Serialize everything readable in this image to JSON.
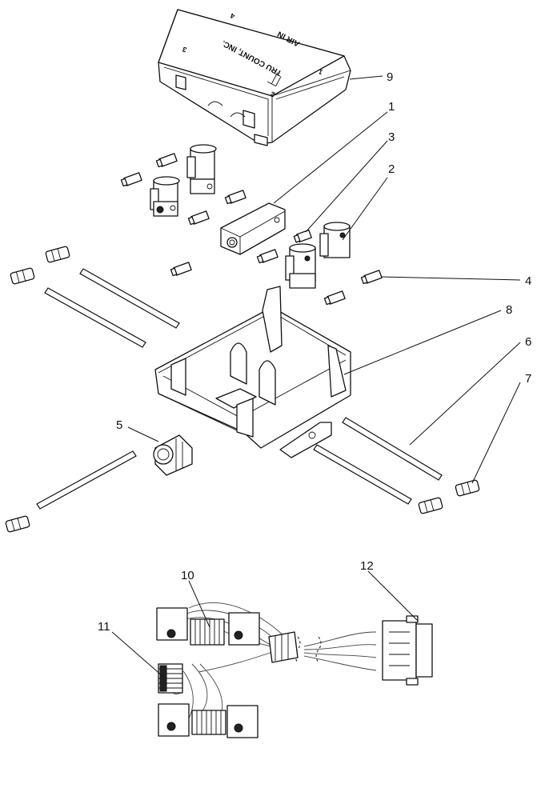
{
  "callouts": {
    "c1": "1",
    "c2": "2",
    "c3": "3",
    "c4": "4",
    "c5": "5",
    "c6": "6",
    "c7": "7",
    "c8": "8",
    "c9": "9",
    "c10": "10",
    "c11": "11",
    "c12": "12"
  },
  "lid": {
    "brand": "TRU COUNT, INC.",
    "air_in": "AIR IN",
    "port_1": "1",
    "port_2": "2",
    "port_3": "3",
    "port_4": "4"
  }
}
